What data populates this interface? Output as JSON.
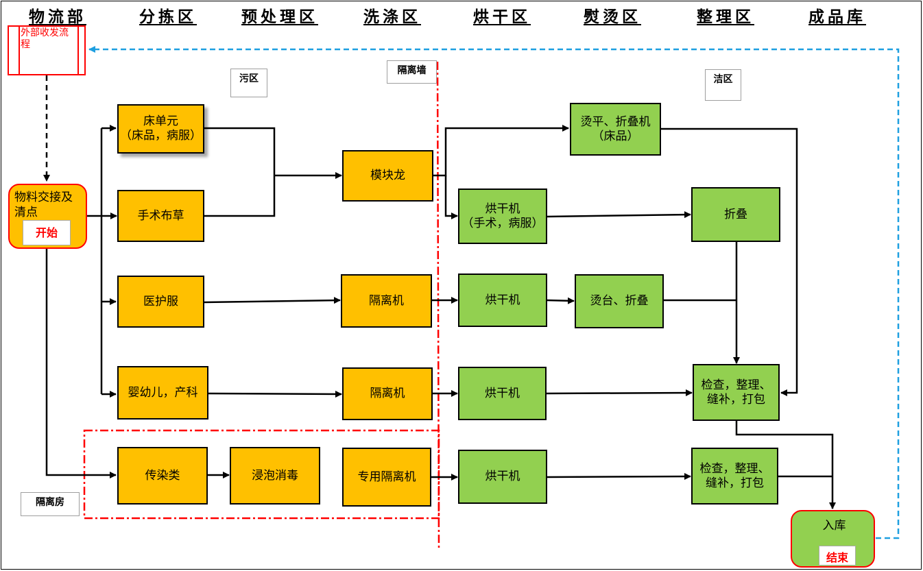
{
  "headers": [
    "物流部",
    "分拣区",
    "预处理区",
    "洗涤区",
    "烘干区",
    "熨烫区",
    "整理区",
    "成品库"
  ],
  "labels": {
    "dirty_zone": "污区",
    "isolation_wall": "隔离墙",
    "clean_zone": "洁区",
    "isolation_room": "隔离房"
  },
  "external": "外部收发流程",
  "start": {
    "text": "物料交接及清点",
    "tag": "开始"
  },
  "end": {
    "text": "入库",
    "tag": "结束"
  },
  "sorting": {
    "bed_unit": "床单元\n（床品，病服）",
    "surgical": "手术布草",
    "medical": "医护服",
    "infant": "婴幼儿，产科",
    "infectious": "传染类"
  },
  "pretreat": {
    "soak": "浸泡消毒"
  },
  "washing": {
    "tunnel": "模块龙",
    "barrier1": "隔离机",
    "barrier2": "隔离机",
    "dedicated": "专用隔离机"
  },
  "drying": {
    "dryer_surgical": "烘干机\n（手术，病服）",
    "dryer1": "烘干机",
    "dryer2": "烘干机",
    "dryer3": "烘干机"
  },
  "ironing": {
    "flat_fold": "烫平、折叠机\n（床品）",
    "table_fold": "烫台、折叠"
  },
  "finishing": {
    "fold": "折叠",
    "check1": "检查，整理、\n缝补，打包",
    "check2": "检查，整理、\n缝补，打包"
  },
  "colors": {
    "dirty_box": "#FFC000",
    "clean_box": "#92D050",
    "isolation": "#FF0000",
    "return_flow": "#1E9FE0"
  }
}
